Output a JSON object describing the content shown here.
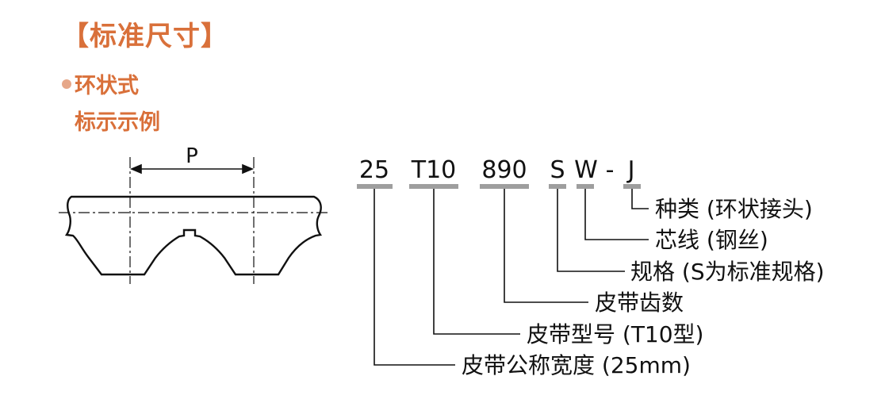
{
  "heading": "【标准尺寸】",
  "subheading": "环状式",
  "subheading2": "标示示例",
  "pitch_label": "P",
  "code_parts": [
    {
      "id": "width",
      "text": "25"
    },
    {
      "id": "type",
      "text": "T10"
    },
    {
      "id": "teeth",
      "text": "890"
    },
    {
      "id": "spec",
      "text": "S"
    },
    {
      "id": "core",
      "text": "W"
    },
    {
      "id": "dash",
      "text": "-"
    },
    {
      "id": "kind",
      "text": "J"
    }
  ],
  "descriptions": {
    "kind": "种类 (环状接头)",
    "core": "芯线 (钢丝)",
    "spec": "规格 (S为标准规格)",
    "teeth": "皮带齿数",
    "type": "皮带型号 (T10型)",
    "width": "皮带公称宽度 (25mm)"
  },
  "colors": {
    "accent": "#d9703a",
    "bullet": "#e6a789",
    "underline": "#9e9e9e",
    "line": "#111111"
  }
}
